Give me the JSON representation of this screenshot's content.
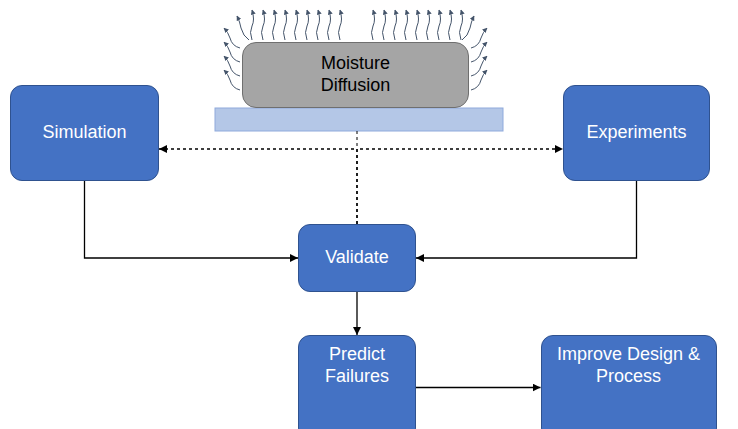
{
  "diagram": {
    "nodes": [
      {
        "text": [
          "Moisture Diffusion"
        ]
      },
      {
        "text": [
          "Simulation"
        ]
      },
      {
        "text": [
          "Experiments"
        ]
      },
      {
        "text": [
          "Validate"
        ]
      },
      {
        "text": [
          "Predict Failures"
        ]
      },
      {
        "text": [
          "Improve Design & Process"
        ]
      }
    ],
    "edges": [
      {
        "from": 1,
        "to": 3,
        "arrow": "to"
      },
      {
        "from": 2,
        "to": 3,
        "arrow": "to"
      },
      {
        "from": 3,
        "to": 4,
        "arrow": "to"
      },
      {
        "from": 4,
        "to": 5,
        "arrow": "to"
      },
      {
        "from": 3,
        "to": 1,
        "arrow": "to"
      },
      {
        "from": 3,
        "to": 2,
        "arrow": "to"
      }
    ]
  }
}
